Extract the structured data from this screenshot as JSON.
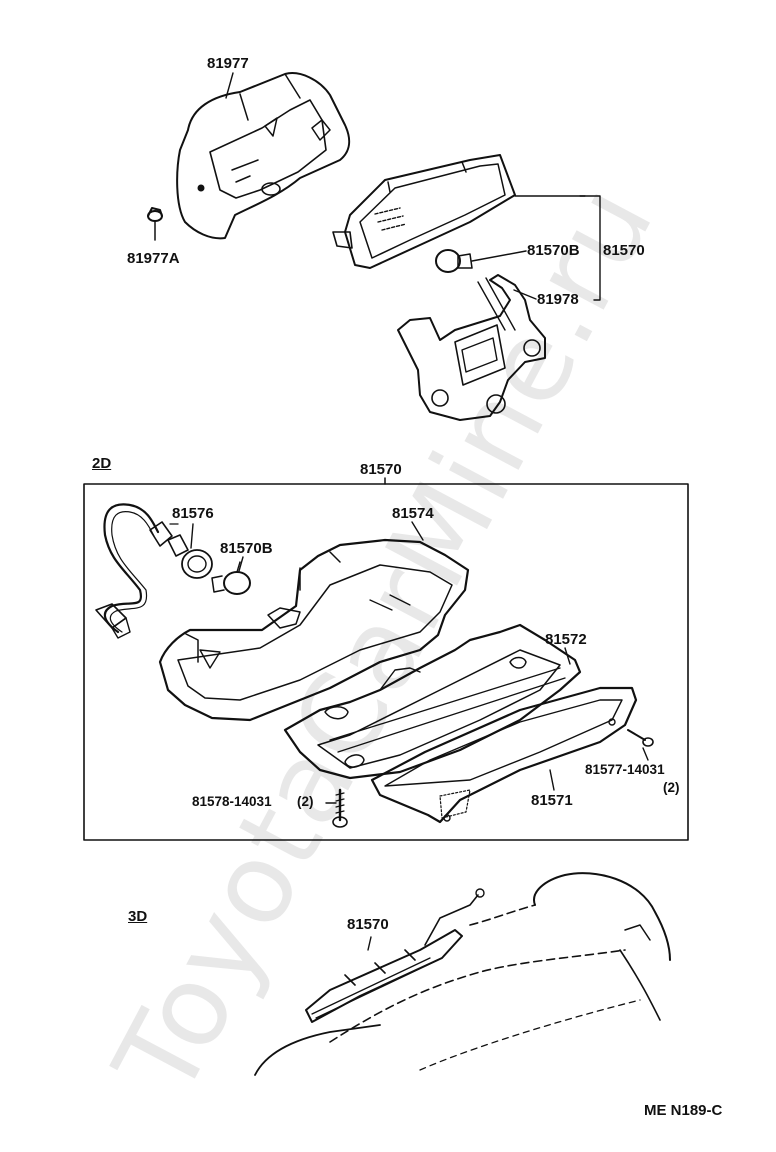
{
  "watermark": "ToyotaCarMine.ru",
  "sections": {
    "upper_group": "",
    "section_2d": "2D",
    "section_3d": "3D"
  },
  "labels": {
    "p81977": "81977",
    "p81977a": "81977A",
    "p81570b_top": "81570B",
    "p81570_top": "81570",
    "p81978": "81978",
    "p81570_2d": "81570",
    "p81576": "81576",
    "p81574": "81574",
    "p81570b_2d": "81570B",
    "p81572": "81572",
    "p81577": "81577-14031",
    "p81577_qty": "(2)",
    "p81578": "81578-14031",
    "p81578_qty": "(2)",
    "p81571": "81571",
    "p81570_3d": "81570"
  },
  "footer_code": "ME N189-C",
  "colors": {
    "ink": "#111111",
    "paper": "#ffffff",
    "watermark": "#d8d8d8"
  }
}
